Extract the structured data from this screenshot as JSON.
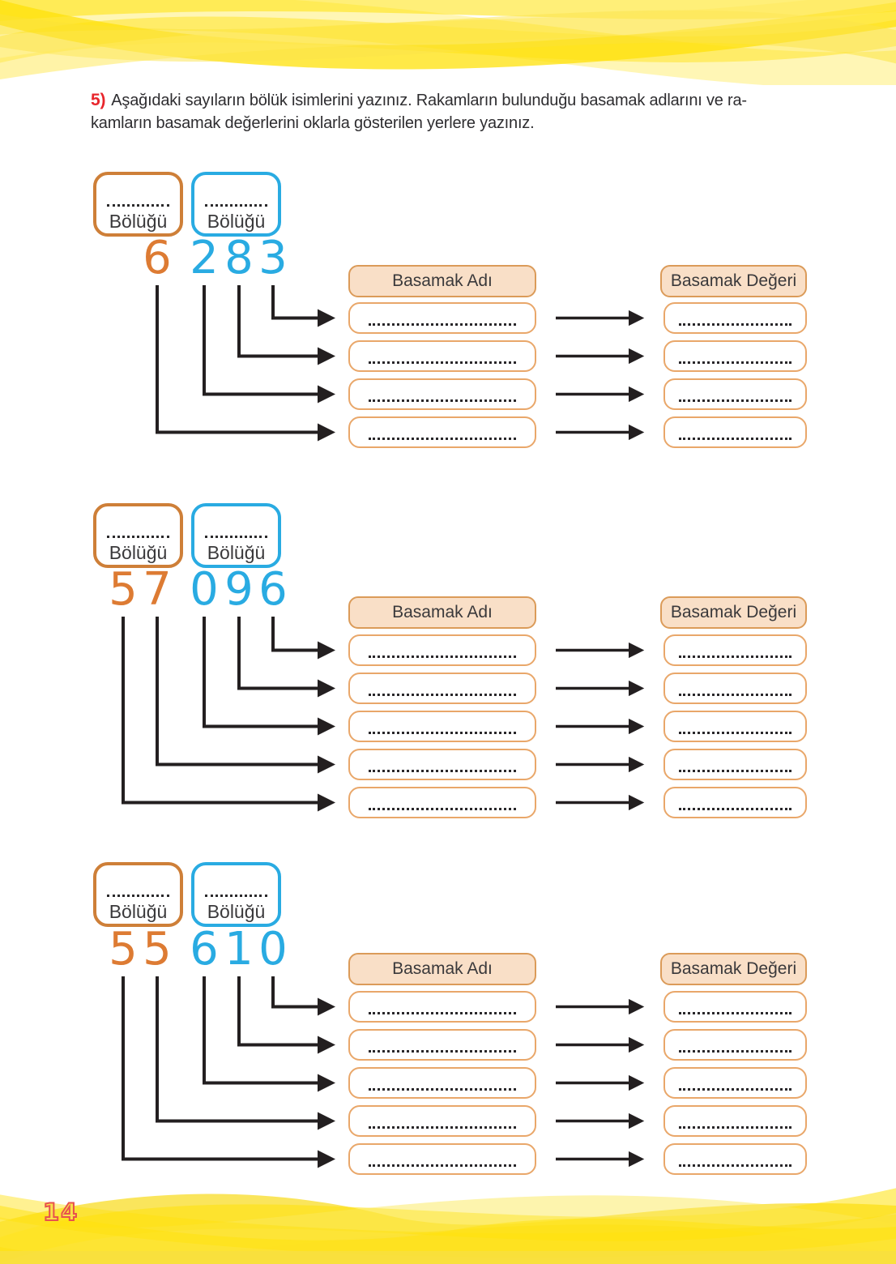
{
  "page": {
    "number": "14"
  },
  "instruction": {
    "number": "5)",
    "line1": "Aşağıdaki sayıların bölük isimlerini yazınız. Rakamların bulunduğu basamak adlarını ve ra-",
    "line2": "kamların basamak değerlerini oklarla gösterilen yerlere yazınız."
  },
  "sections": [
    {
      "thousands_box_label": "Bölüğü",
      "ones_box_label": "Bölüğü",
      "thousands_digits": [
        "6"
      ],
      "ones_digits": [
        "2",
        "8",
        "3"
      ],
      "name_header": "Basamak Adı",
      "value_header": "Basamak Değeri"
    },
    {
      "thousands_box_label": "Bölüğü",
      "ones_box_label": "Bölüğü",
      "thousands_digits": [
        "5",
        "7"
      ],
      "ones_digits": [
        "0",
        "9",
        "6"
      ],
      "name_header": "Basamak Adı",
      "value_header": "Basamak Değeri"
    },
    {
      "thousands_box_label": "Bölüğü",
      "ones_box_label": "Bölüğü",
      "thousands_digits": [
        "5",
        "5"
      ],
      "ones_digits": [
        "6",
        "1",
        "0"
      ],
      "name_header": "Basamak Adı",
      "value_header": "Basamak Değeri"
    }
  ],
  "colors": {
    "accent_orange": "#DD7B33",
    "accent_cyan": "#29ABE2",
    "header_fill": "#F9DFC7",
    "header_border": "#DB9B59",
    "answer_box_border": "#E9A76A",
    "arrow": "#231F20",
    "wave_yellow": "#FFE10A",
    "instruction_number_red": "#E8262C",
    "page_number_outline": "#E8514D",
    "page_number_fill": "#F9E04B"
  }
}
